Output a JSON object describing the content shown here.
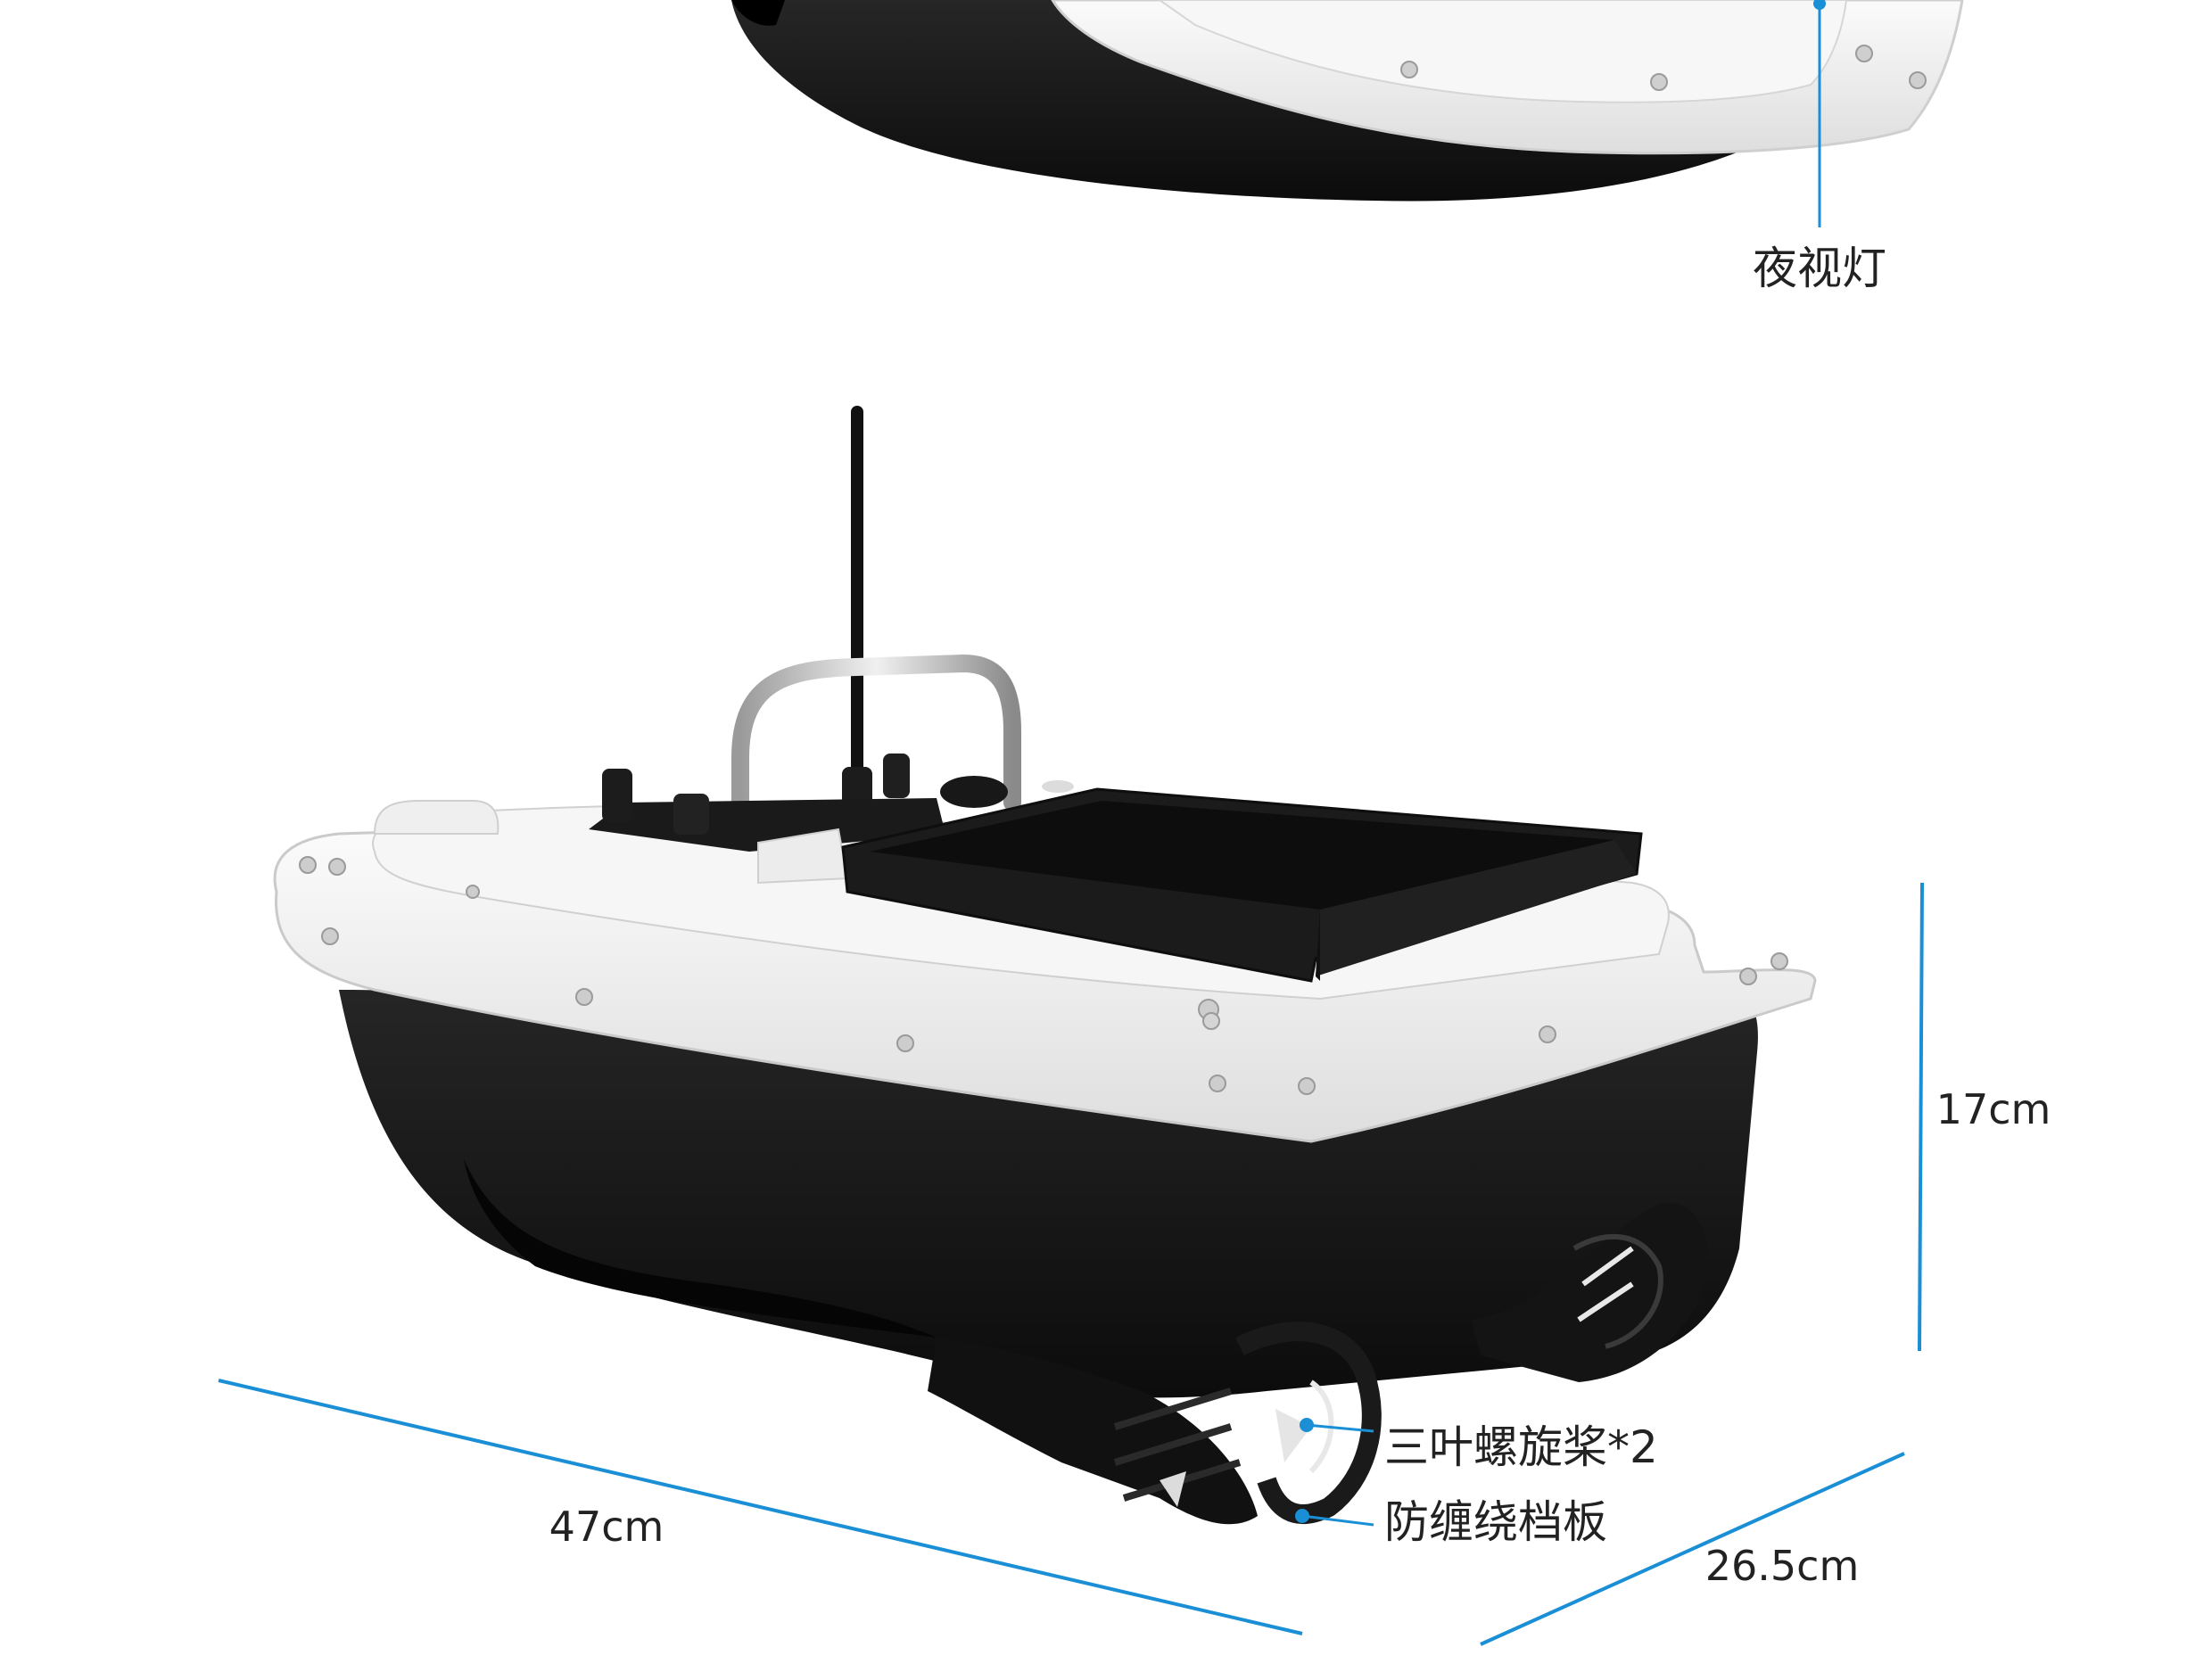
{
  "annotations": {
    "night_light": "夜视灯",
    "propeller": "三叶螺旋桨*2",
    "anti_tangle_guard": "防缠绕档板"
  },
  "dimensions": {
    "length": "47cm",
    "width": "26.5cm",
    "height": "17cm"
  },
  "colors": {
    "accent_line": "#1a8fd6",
    "hull": "#151515",
    "deck": "#f1f1f1",
    "label_text": "#222222"
  }
}
